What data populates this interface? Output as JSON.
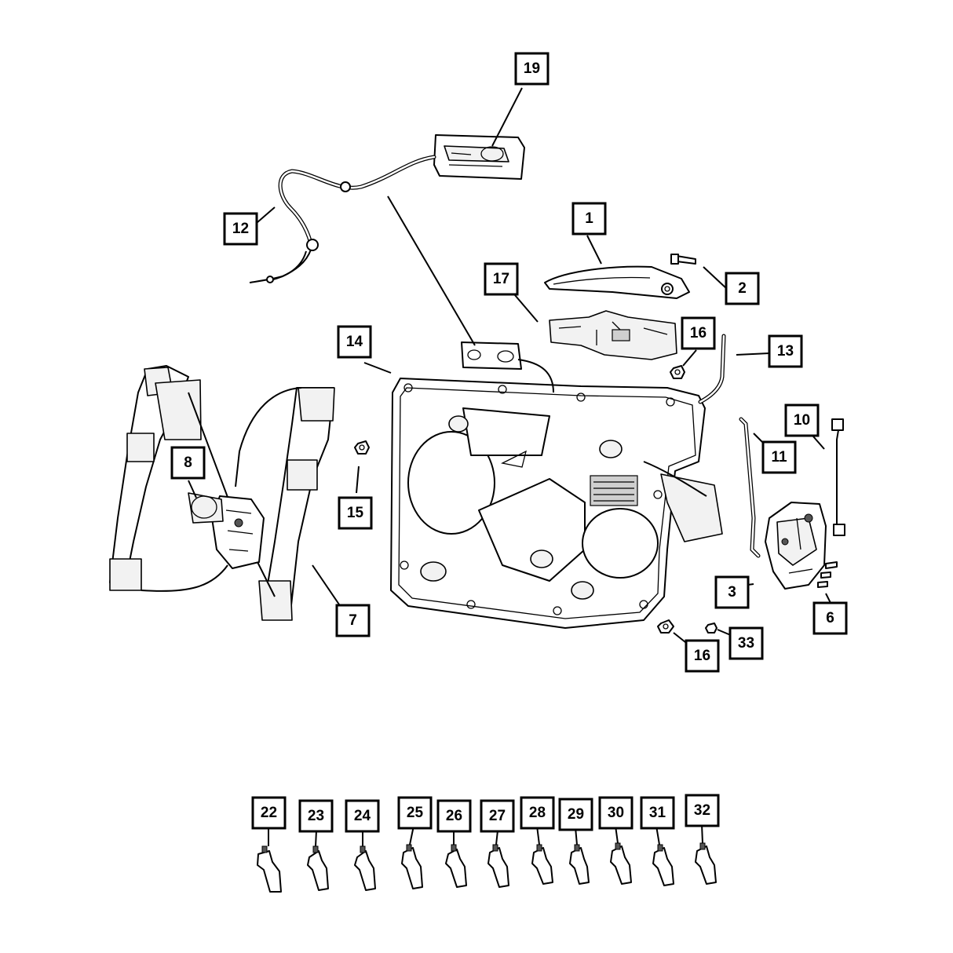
{
  "callouts": {
    "c1": "1",
    "c2": "2",
    "c3": "3",
    "c6": "6",
    "c7": "7",
    "c8": "8",
    "c10": "10",
    "c11": "11",
    "c12": "12",
    "c13": "13",
    "c14": "14",
    "c15": "15",
    "c16a": "16",
    "c16b": "16",
    "c17": "17",
    "c19": "19",
    "c22": "22",
    "c23": "23",
    "c24": "24",
    "c25": "25",
    "c26": "26",
    "c27": "27",
    "c28": "28",
    "c29": "29",
    "c30": "30",
    "c31": "31",
    "c32": "32",
    "c33": "33"
  },
  "colors": {
    "line": "#000000",
    "background": "#ffffff",
    "shade": "#cfcfcf"
  }
}
